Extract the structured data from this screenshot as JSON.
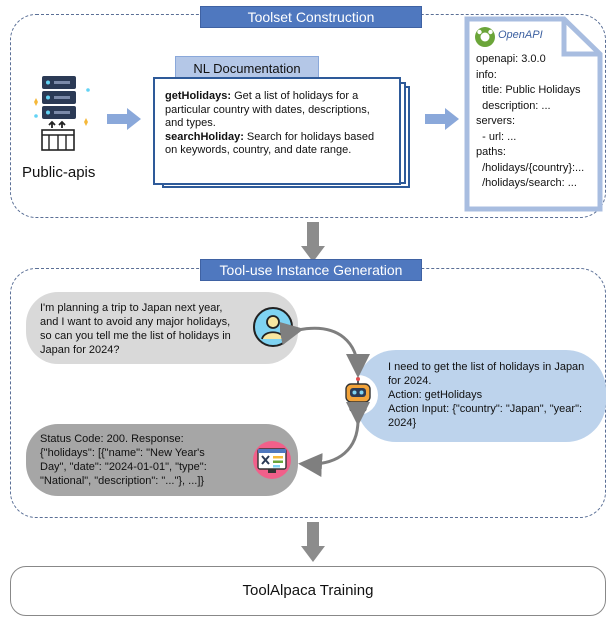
{
  "toolset": {
    "banner": "Toolset Construction",
    "public_apis_label": "Public-apis",
    "nl_doc_tab": "NL Documentation",
    "get_holidays_name": "getHolidays:",
    "get_holidays_desc": " Get a list of holidays for a particular country with dates, descriptions, and types.",
    "search_holiday_name": "searchHoliday:",
    "search_holiday_desc": " Search for holidays based on keywords, country, and date range.",
    "openapi_title": "OpenAPI",
    "openapi_lines": [
      "openapi: 3.0.0",
      "info:",
      "  title: Public Holidays",
      "  description: ...",
      "servers:",
      "  - url: ...",
      "paths:",
      "  /holidays/{country}:...",
      "  /holidays/search: ..."
    ]
  },
  "instance": {
    "banner": "Tool-use Instance Generation",
    "user_message": "I'm planning a trip to Japan next year, and I want to avoid any major holidays, so can you tell me the list of holidays in Japan for 2024?",
    "assistant_line1": "I need to get the list of holidays in Japan for 2024.",
    "assistant_line2": "Action: getHolidays",
    "assistant_line3": "Action Input: {\"country\": \"Japan\", \"year\": 2024}",
    "tool_response": "Status Code: 200. Response: {\"holidays\": [{\"name\": \"New Year's Day\", \"date\": \"2024-01-01\", \"type\": \"National\", \"description\": \"...\"}, ...]}"
  },
  "training": {
    "label": "ToolAlpaca Training"
  },
  "colors": {
    "accent": "#4f78bf",
    "dark_blue": "#2e5a99",
    "user_bubble": "#d9d9d9",
    "assistant_bubble": "#bdd3ec",
    "tool_bubble": "#a6a6a6",
    "arrow": "#8aa8da",
    "gray_arrow": "#8c8c8c"
  }
}
